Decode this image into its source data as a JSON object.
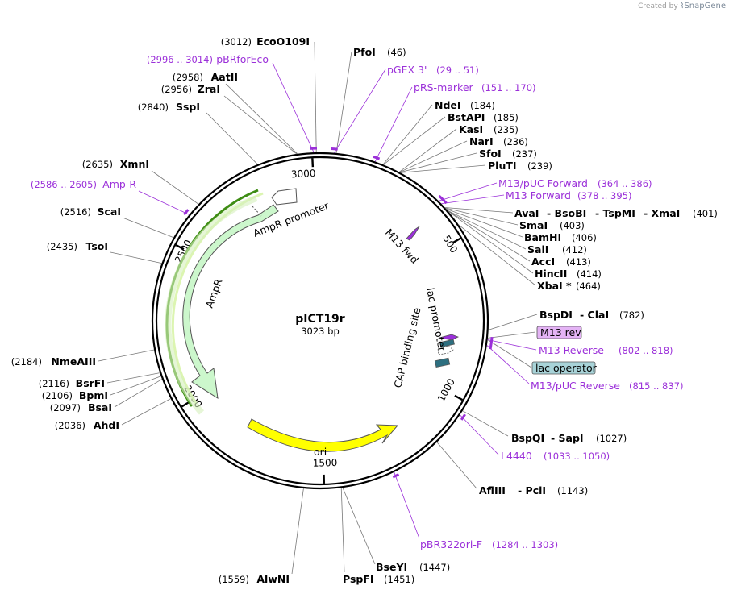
{
  "credit": {
    "prefix": "Created by",
    "brand": "SnapGene"
  },
  "plasmid": {
    "name": "pICT19r",
    "length": "3023 bp",
    "total_bp": 3023
  },
  "colors": {
    "primer": "#9b30d9",
    "ampr_fill": "#ccf7cc",
    "ori_fill": "#ffff00",
    "line": "#777777",
    "m13rev_fill": "#e4b3f5",
    "lac_operator_fill": "#a8d3d8"
  },
  "ticks": [
    {
      "label": "500",
      "bp": 500
    },
    {
      "label": "1000",
      "bp": 1000
    },
    {
      "label": "1500",
      "bp": 1500
    },
    {
      "label": "2000",
      "bp": 2000
    },
    {
      "label": "2500",
      "bp": 2500
    },
    {
      "label": "3000",
      "bp": 3000
    }
  ],
  "features": {
    "ampr": "AmpR",
    "ampr_promoter": "AmpR promoter",
    "ori": "ori",
    "lac_promoter": "lac promoter",
    "cap_site": "CAP binding site",
    "m13_fwd": "M13 fwd"
  },
  "labels": [
    {
      "id": "ecoo109i",
      "enzyme": "EcoO109I",
      "pos": "(3012)",
      "bp": 3012
    },
    {
      "id": "pbrforeco",
      "primer": "pBRforEco",
      "range": "(2996 .. 3014)",
      "bp": 3005
    },
    {
      "id": "aatii",
      "enzyme": "AatII",
      "pos": "(2958)",
      "bp": 2958
    },
    {
      "id": "zrai",
      "enzyme": "ZraI",
      "pos": "(2956)",
      "bp": 2956
    },
    {
      "id": "sspi",
      "enzyme": "SspI",
      "pos": "(2840)",
      "bp": 2840
    },
    {
      "id": "xmni",
      "enzyme": "XmnI",
      "pos": "(2635)",
      "bp": 2635
    },
    {
      "id": "amp-r",
      "primer": "Amp-R",
      "range": "(2586 .. 2605)",
      "bp": 2595
    },
    {
      "id": "scai",
      "enzyme": "ScaI",
      "pos": "(2516)",
      "bp": 2516
    },
    {
      "id": "tsoi",
      "enzyme": "TsoI",
      "pos": "(2435)",
      "bp": 2435
    },
    {
      "id": "nmeaiii",
      "enzyme": "NmeAIII",
      "pos": "(2184)",
      "bp": 2184
    },
    {
      "id": "bsrfi",
      "enzyme": "BsrFI",
      "pos": "(2116)",
      "bp": 2116
    },
    {
      "id": "bpmi",
      "enzyme": "BpmI",
      "pos": "(2106)",
      "bp": 2106
    },
    {
      "id": "bsai",
      "enzyme": "BsaI",
      "pos": "(2097)",
      "bp": 2097
    },
    {
      "id": "ahdi",
      "enzyme": "AhdI",
      "pos": "(2036)",
      "bp": 2036
    },
    {
      "id": "alwni",
      "enzyme": "AlwNI",
      "pos": "(1559)",
      "bp": 1559
    },
    {
      "id": "pspfi",
      "enzyme": "PspFI",
      "pos": "(1451)",
      "bp": 1451
    },
    {
      "id": "bseyi",
      "enzyme": "BseYI",
      "pos": "(1447)",
      "bp": 1447
    },
    {
      "id": "pbr322ori-f",
      "primer": "pBR322ori-F",
      "range": "(1284 .. 1303)",
      "bp": 1293
    },
    {
      "id": "afliii",
      "enzyme": "AflIII",
      "enzyme2": "PciI",
      "pos": "(1143)",
      "bp": 1143
    },
    {
      "id": "l4440",
      "primer": "L4440",
      "range": "(1033 .. 1050)",
      "bp": 1041
    },
    {
      "id": "bspqi",
      "enzyme": "BspQI",
      "enzyme2": "SapI",
      "pos": "(1027)",
      "bp": 1027
    },
    {
      "id": "m13puc-reverse",
      "primer": "M13/pUC Reverse",
      "range": "(815 .. 837)",
      "bp": 826
    },
    {
      "id": "lac-operator",
      "feature": "lac operator",
      "bp": 810
    },
    {
      "id": "m13-reverse",
      "primer": "M13 Reverse",
      "range": "(802 .. 818)",
      "bp": 810
    },
    {
      "id": "m13-rev",
      "feature": "M13 rev",
      "bp": 805
    },
    {
      "id": "bspdi",
      "enzyme": "BspDI",
      "enzyme2": "ClaI",
      "pos": "(782)",
      "bp": 782
    },
    {
      "id": "xbai",
      "enzyme": "XbaI *",
      "pos": "(464)",
      "bp": 464
    },
    {
      "id": "hincii",
      "enzyme": "HincII",
      "pos": "(414)",
      "bp": 414
    },
    {
      "id": "acci",
      "enzyme": "AccI",
      "pos": "(413)",
      "bp": 413
    },
    {
      "id": "sali",
      "enzyme": "SalI",
      "pos": "(412)",
      "bp": 412
    },
    {
      "id": "bamhi",
      "enzyme": "BamHI",
      "pos": "(406)",
      "bp": 406
    },
    {
      "id": "smai",
      "enzyme": "SmaI",
      "pos": "(403)",
      "bp": 403
    },
    {
      "id": "avai",
      "enzyme": "AvaI",
      "enzyme2": "BsoBI",
      "enzyme3": "TspMI",
      "enzyme4": "XmaI",
      "pos": "(401)",
      "bp": 401
    },
    {
      "id": "m13-forward",
      "primer": "M13 Forward",
      "range": "(378 .. 395)",
      "bp": 386
    },
    {
      "id": "m13puc-forward",
      "primer": "M13/pUC Forward",
      "range": "(364 .. 386)",
      "bp": 375
    },
    {
      "id": "pluti",
      "enzyme": "PluTI",
      "pos": "(239)",
      "bp": 239
    },
    {
      "id": "sfoi",
      "enzyme": "SfoI",
      "pos": "(237)",
      "bp": 237
    },
    {
      "id": "nari",
      "enzyme": "NarI",
      "pos": "(236)",
      "bp": 236
    },
    {
      "id": "kasi",
      "enzyme": "KasI",
      "pos": "(235)",
      "bp": 235
    },
    {
      "id": "bstapi",
      "enzyme": "BstAPI",
      "pos": "(185)",
      "bp": 185
    },
    {
      "id": "ndei",
      "enzyme": "NdeI",
      "pos": "(184)",
      "bp": 184
    },
    {
      "id": "rs-marker",
      "primer": "pRS-marker",
      "range": "(151 .. 170)",
      "bp": 160
    },
    {
      "id": "pgex3",
      "primer": "pGEX 3'",
      "range": "(29 .. 51)",
      "bp": 40
    },
    {
      "id": "pfoi",
      "enzyme": "PfoI",
      "pos": "(46)",
      "bp": 46
    }
  ]
}
